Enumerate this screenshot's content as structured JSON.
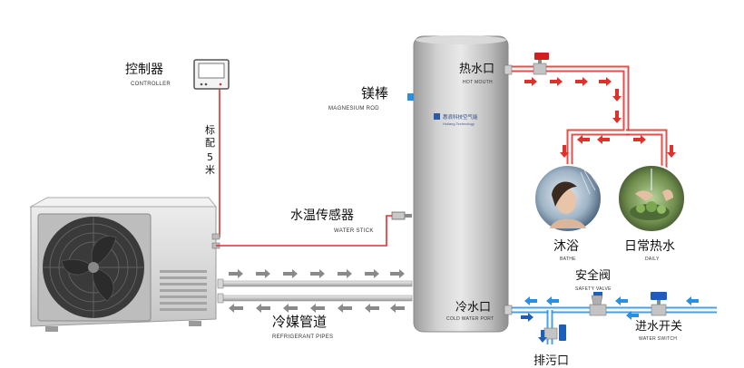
{
  "labels": {
    "controller": {
      "cn": "控制器",
      "en": "CONTROLLER"
    },
    "cable": {
      "cn_1": "标",
      "cn_2": "配",
      "num": "5",
      "cn_3": "米"
    },
    "magnesium_rod": {
      "cn": "镁棒",
      "en": "MAGNESIUM ROD"
    },
    "water_sensor": {
      "cn": "水温传感器",
      "en": "WATER STICK"
    },
    "hot_mouth": {
      "cn": "热水口",
      "en": "HOT MOUTH"
    },
    "bathe": {
      "cn": "沐浴",
      "en": "BATHE"
    },
    "daily": {
      "cn": "日常热水",
      "en": "DAILY"
    },
    "safety_valve": {
      "cn": "安全阀",
      "en": "SAFETY VALVE"
    },
    "cold_port": {
      "cn": "冷水口",
      "en": "COLD WATER PORT"
    },
    "water_switch": {
      "cn": "进水开关",
      "en": "WATER SWITCH"
    },
    "drain": {
      "cn": "排污口"
    },
    "refrigerant": {
      "cn": "冷媒管道",
      "en": "REFRIGERANT PIPES"
    },
    "tank_logo": {
      "cn": "惠浪科技空气能",
      "en": "Huilang Technology"
    }
  },
  "colors": {
    "hot_pipe": "#e0302c",
    "cold_pipe": "#2a8fe0",
    "tank": "#c9c9c9",
    "outdoor_unit": "#d8d8d8",
    "arrow_gray": "#8a8a8a",
    "valve_red": "#d11f1f",
    "valve_blue": "#1d5fb8"
  }
}
